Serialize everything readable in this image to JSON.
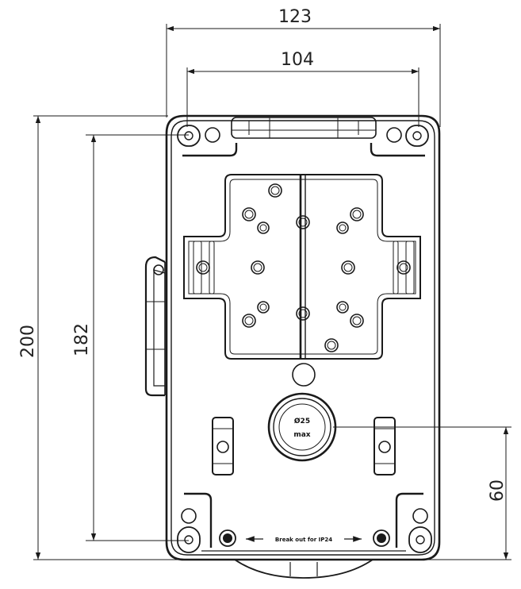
{
  "dimensions": {
    "overall_width": "123",
    "hole_spacing_width": "104",
    "overall_height": "200",
    "hole_spacing_height": "182",
    "knockout_offset": "60"
  },
  "knockout_label": {
    "line1": "Ø25",
    "line2": "max"
  },
  "breakout_text": "Break out for IP24",
  "colors": {
    "line": "#1a1a1a",
    "background": "#ffffff"
  }
}
